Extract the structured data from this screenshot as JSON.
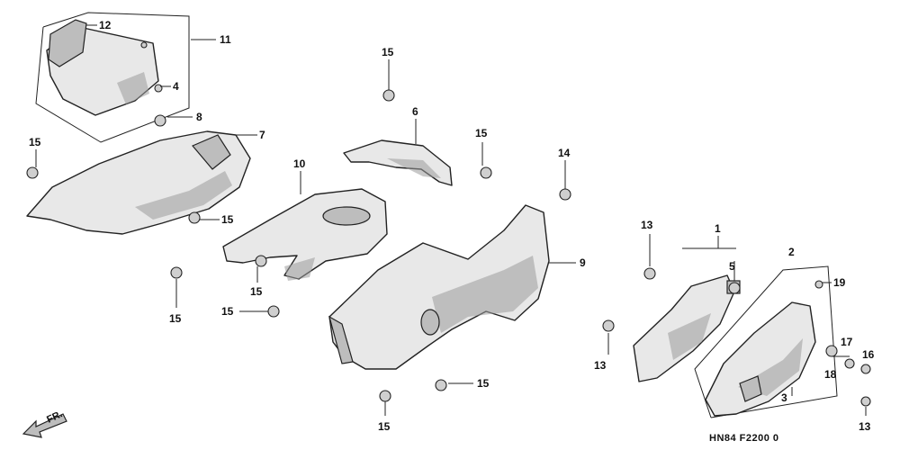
{
  "callouts": {
    "c1": "1",
    "c2": "2",
    "c3": "3",
    "c4": "4",
    "c5": "5",
    "c6": "6",
    "c7": "7",
    "c8": "8",
    "c9": "9",
    "c10": "10",
    "c11": "11",
    "c12": "12",
    "c13a": "13",
    "c13b": "13",
    "c13c": "13",
    "c14": "14",
    "c15a": "15",
    "c15b": "15",
    "c15c": "15",
    "c15d": "15",
    "c15e": "15",
    "c15f": "15",
    "c15g": "15",
    "c15h": "15",
    "c15i": "15",
    "c16": "16",
    "c17": "17",
    "c18": "18",
    "c19": "19"
  },
  "direction_label": "FR.",
  "diagram_code": "HN84 F2200 0"
}
